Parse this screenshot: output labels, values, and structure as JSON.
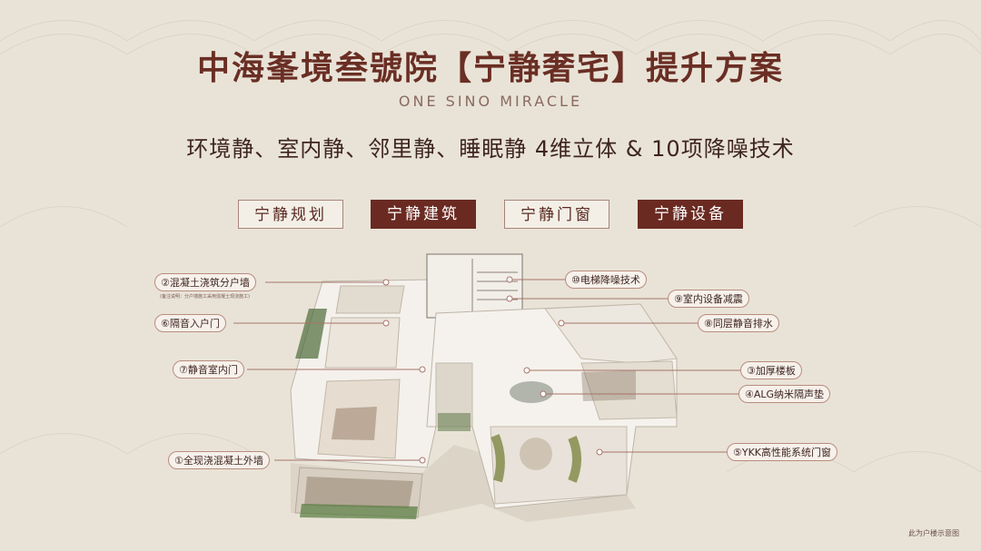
{
  "title": "中海峯境叁號院【宁静奢宅】提升方案",
  "subtitle_en": "ONE SINO MIRACLE",
  "tagline": "环境静、室内静、邻里静、睡眠静   4维立体 & 10项降噪技术",
  "chips": [
    {
      "label": "宁静规划",
      "style": "outline"
    },
    {
      "label": "宁静建筑",
      "style": "filled"
    },
    {
      "label": "宁静门窗",
      "style": "outline"
    },
    {
      "label": "宁静设备",
      "style": "filled"
    }
  ],
  "labels": {
    "l2": "②混凝土浇筑分户墙",
    "l2_note": "(备注说明：分户墙施工采用混凝土现浇施工)",
    "l6": "⑥隔音入户门",
    "l7": "⑦静音室内门",
    "l1": "①全现浇混凝土外墙",
    "l10": "⑩电梯降噪技术",
    "l9": "⑨室内设备减震",
    "l8": "⑧同层静音排水",
    "l3": "③加厚楼板",
    "l4": "④ALG纳米隔声垫",
    "l5": "⑤YKK高性能系统门窗"
  },
  "footnote": "此为户楼示意图",
  "colors": {
    "brand": "#6a2a22",
    "background": "#e9e3d7",
    "line": "#a97468"
  }
}
